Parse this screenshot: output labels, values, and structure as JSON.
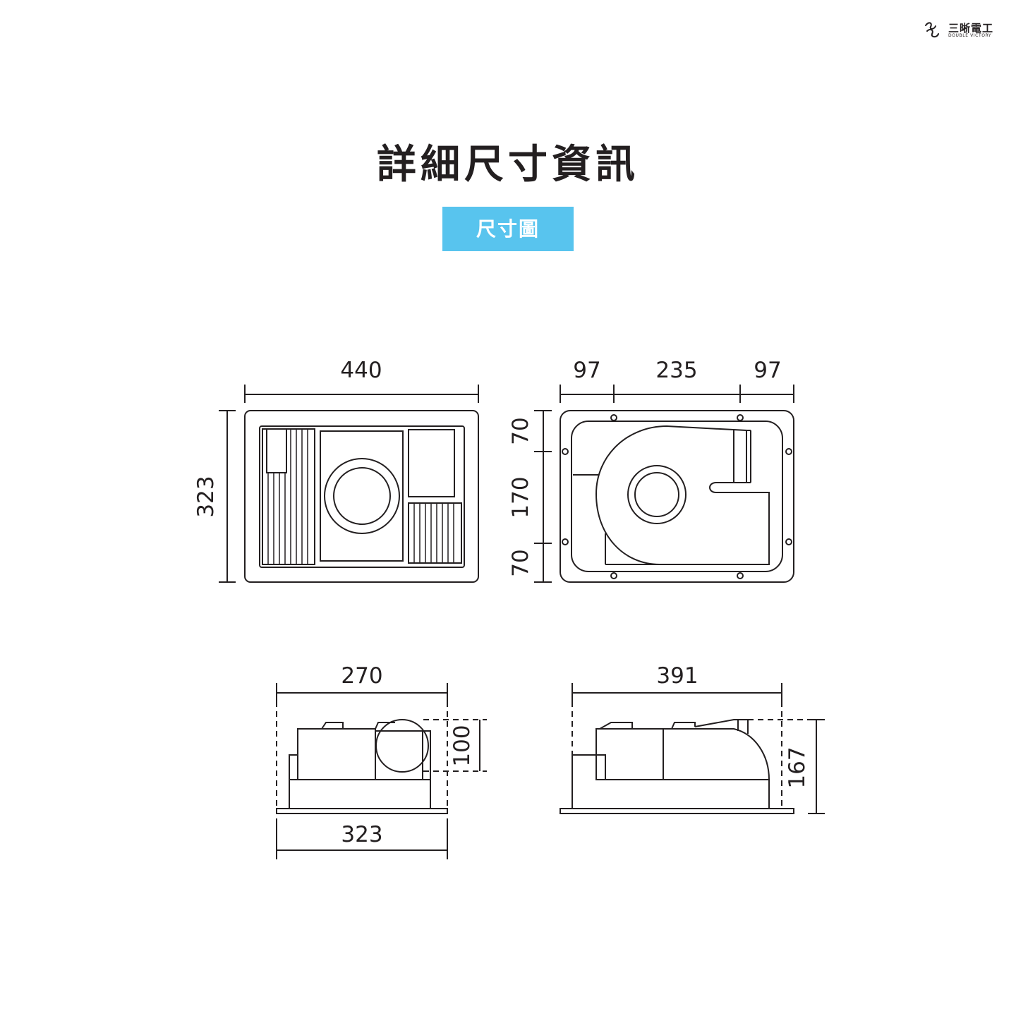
{
  "brand": {
    "name_cn": "三晰電工",
    "name_en": "DOUBLE VICTORY"
  },
  "title": "詳細尺寸資訊",
  "badge": "尺寸圖",
  "front_view": {
    "width": "440",
    "height": "323"
  },
  "back_view": {
    "widths": [
      "97",
      "235",
      "97"
    ],
    "heights": [
      "70",
      "170",
      "70"
    ]
  },
  "side_view_left": {
    "top_width": "270",
    "bottom_width": "323",
    "height": "100"
  },
  "side_view_right": {
    "width": "391",
    "height": "167"
  },
  "colors": {
    "line": "#231f20",
    "badge": "#58c4ee"
  }
}
